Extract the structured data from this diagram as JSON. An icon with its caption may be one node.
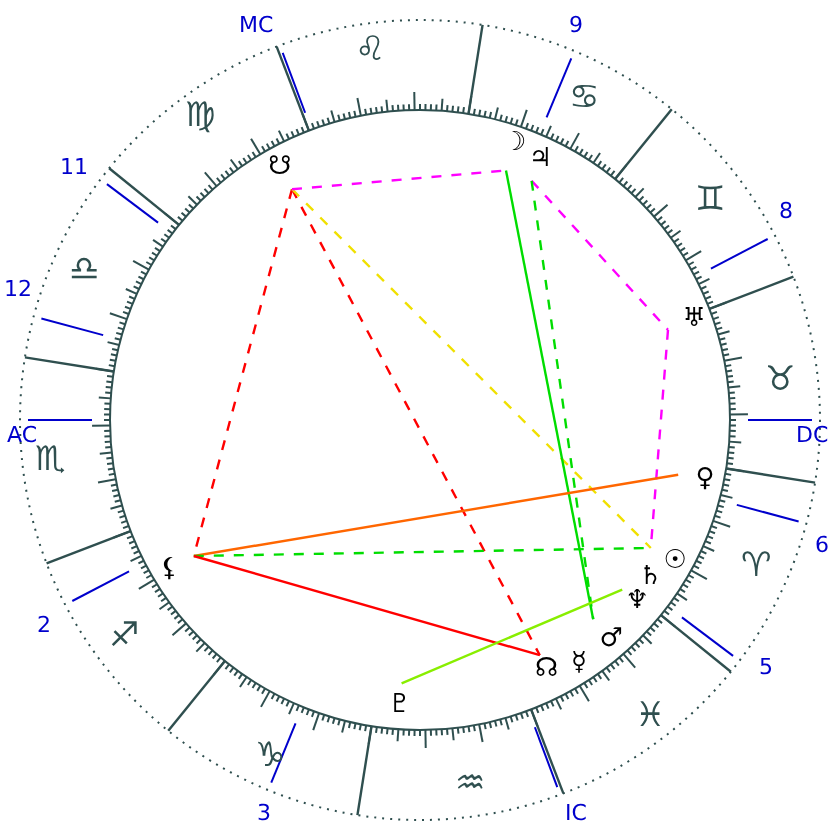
{
  "diagram": {
    "nodes": [
      {
        "text": [
          "☋"
        ]
      },
      {
        "text": [
          "☽"
        ]
      },
      {
        "text": [
          "♃"
        ]
      },
      {
        "text": [
          "♅"
        ]
      },
      {
        "text": [
          "♀"
        ]
      },
      {
        "text": [
          "☉"
        ]
      },
      {
        "text": [
          "♄"
        ]
      },
      {
        "text": [
          "♆"
        ]
      },
      {
        "text": [
          "♂"
        ]
      },
      {
        "text": [
          "☿"
        ]
      },
      {
        "text": [
          "☊"
        ]
      },
      {
        "text": [
          "♇"
        ]
      },
      {
        "text": [
          "⚸"
        ]
      }
    ],
    "edges": [
      {
        "from": 0,
        "to": 12,
        "arrow": "none",
        "style": "dashed",
        "color": "#ff0000"
      },
      {
        "from": 0,
        "to": 10,
        "arrow": "none",
        "style": "dashed",
        "color": "#ff0000"
      },
      {
        "from": 0,
        "to": 5,
        "arrow": "none",
        "style": "dashed",
        "color": "#f0e000"
      },
      {
        "from": 0,
        "to": 1,
        "arrow": "none",
        "style": "dashed",
        "color": "#ff00ff"
      },
      {
        "from": 2,
        "to": 3,
        "arrow": "none",
        "style": "dashed",
        "color": "#ff00ff"
      },
      {
        "from": 3,
        "to": 5,
        "arrow": "none",
        "style": "dashed",
        "color": "#ff00ff"
      },
      {
        "from": 1,
        "to": 8,
        "arrow": "none",
        "color": "#00dd00"
      },
      {
        "from": 2,
        "to": 8,
        "arrow": "none",
        "style": "dashed",
        "color": "#00dd00"
      },
      {
        "from": 12,
        "to": 4,
        "arrow": "none",
        "color": "#ff6600"
      },
      {
        "from": 12,
        "to": 5,
        "arrow": "none",
        "style": "dashed",
        "color": "#00dd00"
      },
      {
        "from": 12,
        "to": 10,
        "arrow": "none",
        "color": "#ff0000"
      },
      {
        "from": 11,
        "to": 7,
        "arrow": "none",
        "color": "#88ee00"
      }
    ],
    "labels": [
      "MC",
      "9",
      "11",
      "8",
      "12",
      "AC",
      "DC",
      "6",
      "2",
      "5",
      "3",
      "IC",
      "♌",
      "♋",
      "♍",
      "♊",
      "♎",
      "♉",
      "♏",
      "♈",
      "♐",
      "♓",
      "♑",
      "♒"
    ]
  }
}
